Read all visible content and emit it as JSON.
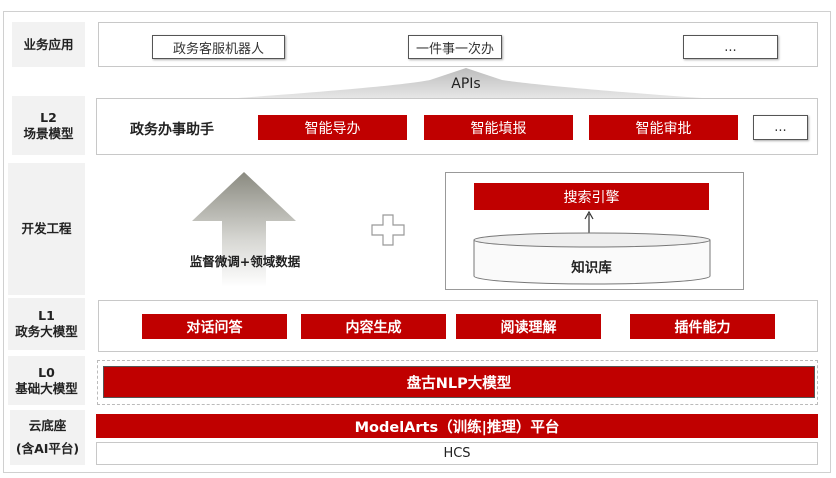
{
  "layers": {
    "business": {
      "label": "业务应用",
      "items": [
        "政务客服机器人",
        "一件事一次办",
        "..."
      ]
    },
    "apis": "APIs",
    "l2": {
      "label_1": "L2",
      "label_2": "场景模型",
      "title": "政务办事助手",
      "items": [
        "智能导办",
        "智能填报",
        "智能审批"
      ],
      "more": "..."
    },
    "dev": {
      "label": "开发工程",
      "arrow_text": "监督微调+领域数据",
      "search": "搜索引擎",
      "kb": "知识库"
    },
    "l1": {
      "label_1": "L1",
      "label_2": "政务大模型",
      "items": [
        "对话问答",
        "内容生成",
        "阅读理解",
        "插件能力"
      ]
    },
    "l0": {
      "label_1": "L0",
      "label_2": "基础大模型",
      "model": "盘古NLP大模型"
    },
    "cloud": {
      "label_1": "云底座",
      "label_2": "(含AI平台)",
      "platform": "ModelArts（训练|推理）平台",
      "hcs": "HCS"
    }
  },
  "colors": {
    "accent": "#c00000"
  }
}
